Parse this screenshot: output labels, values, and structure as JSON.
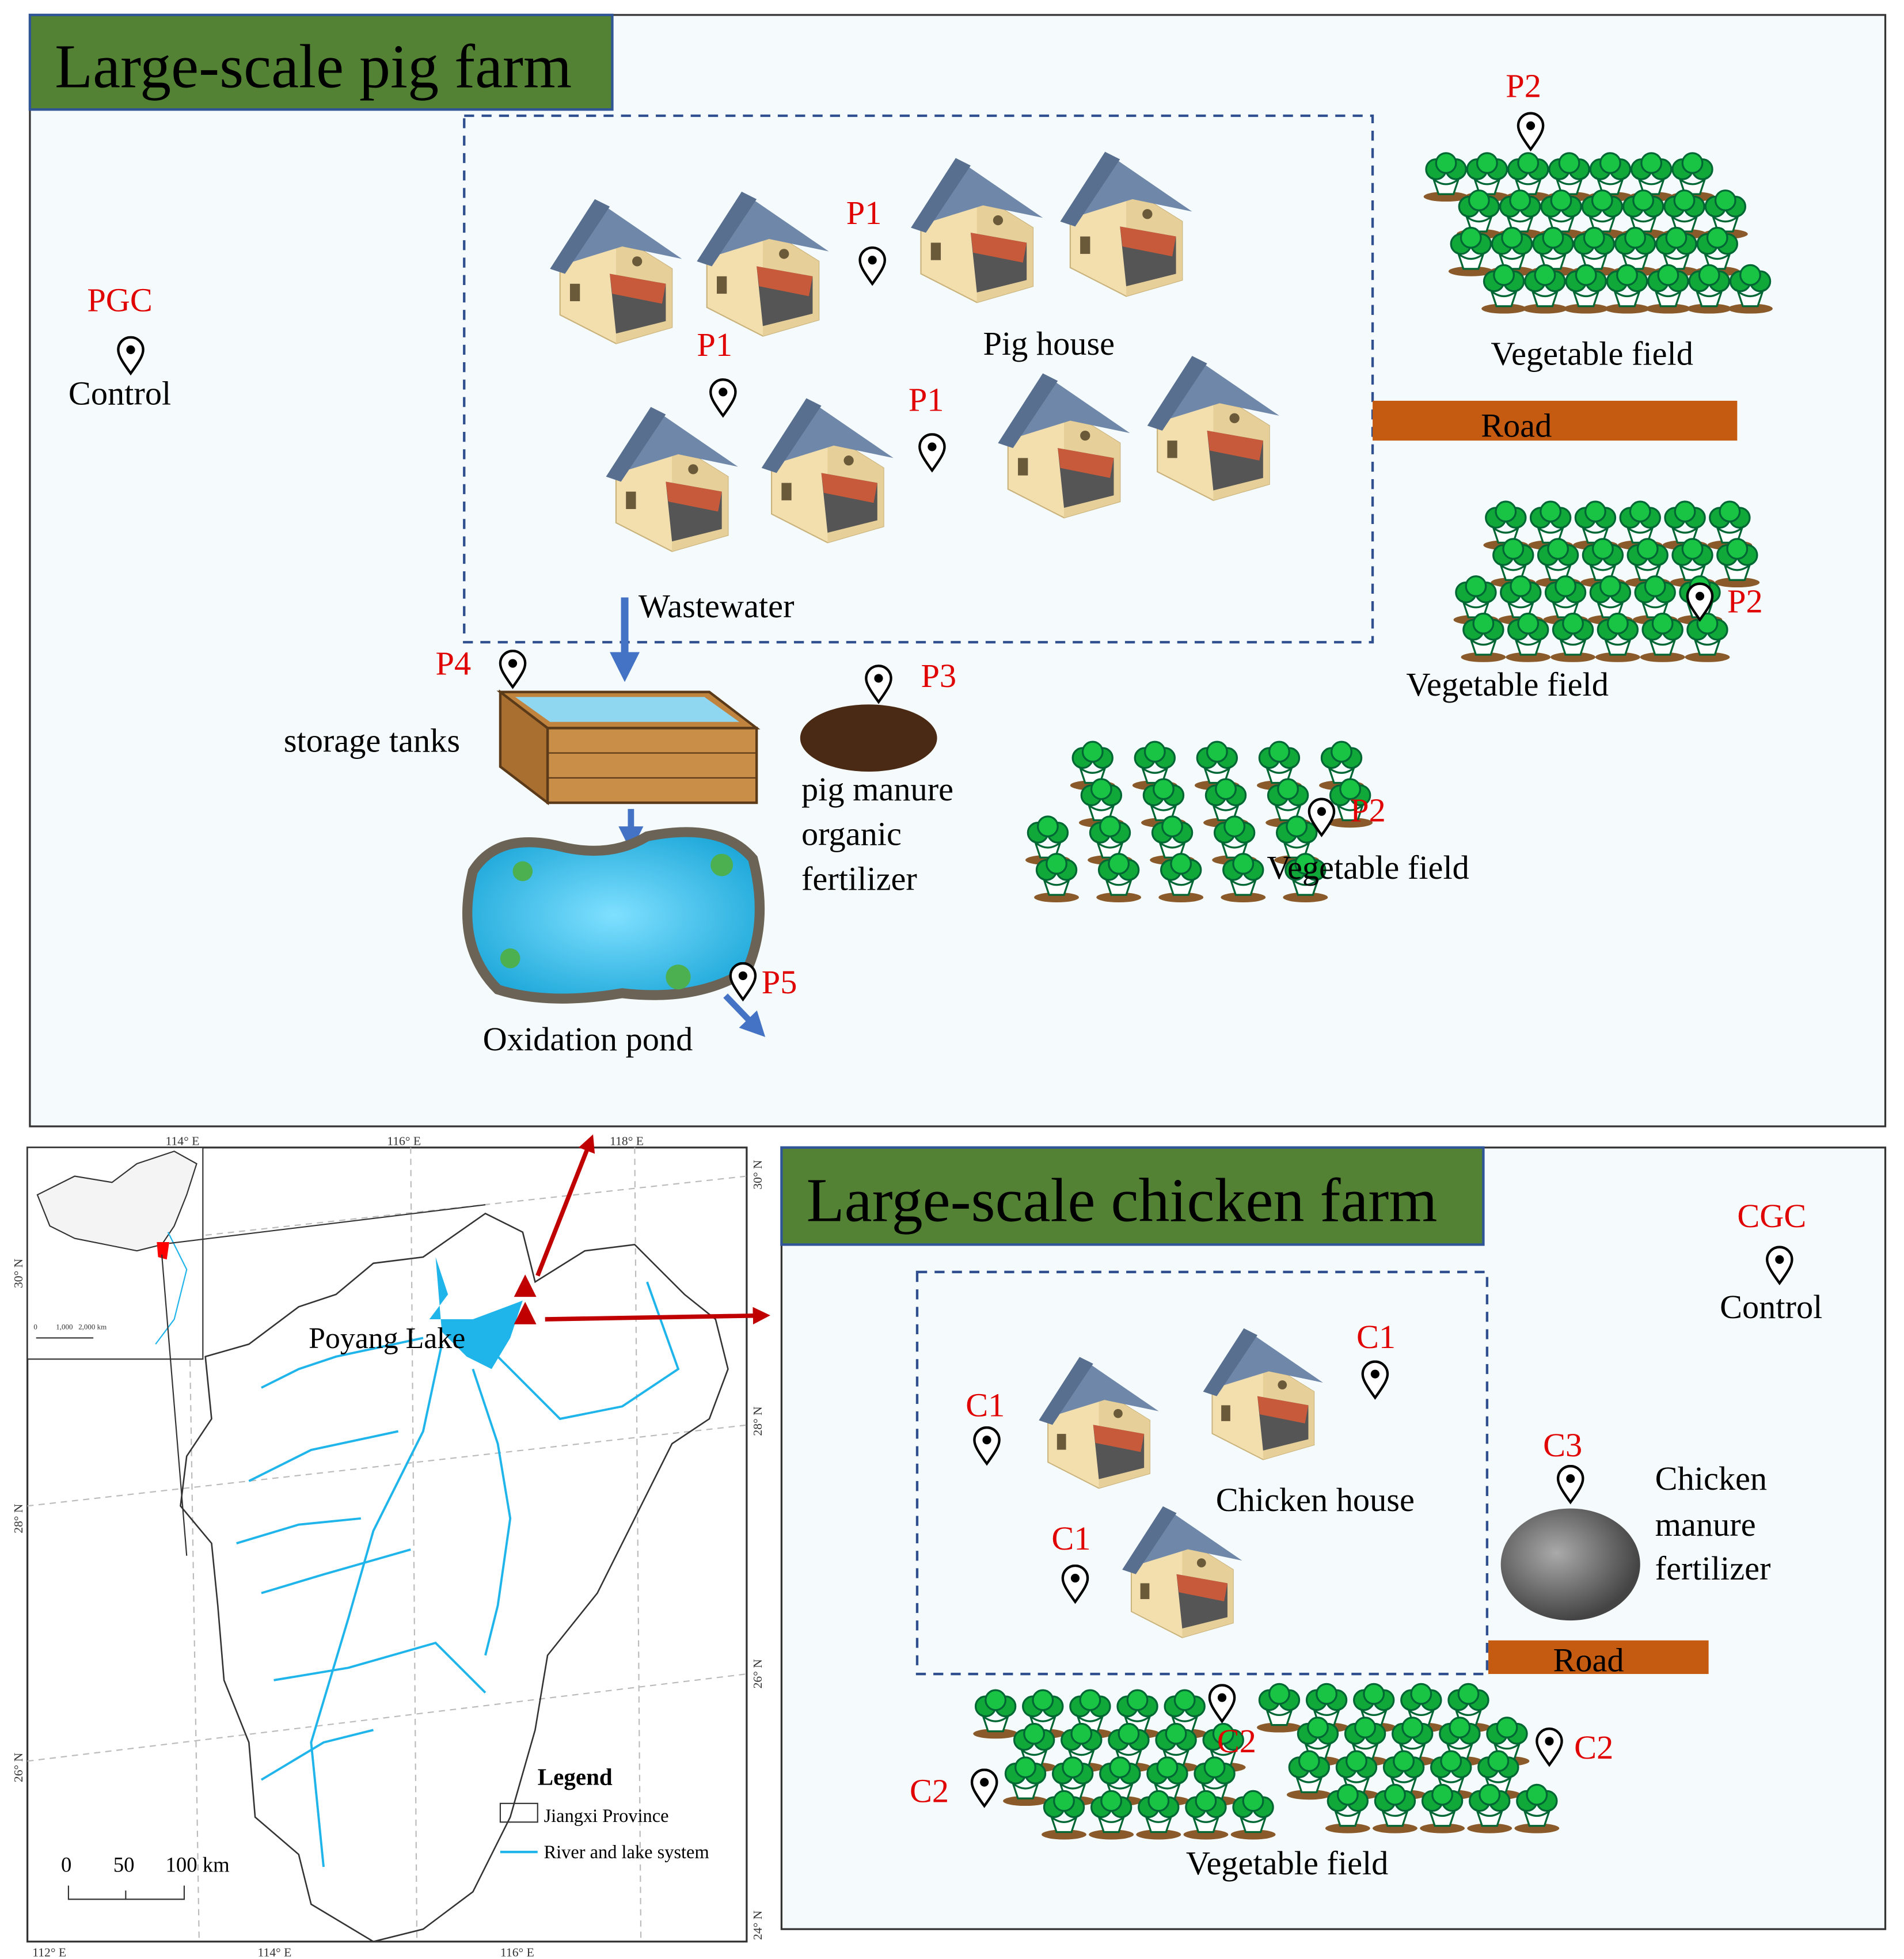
{
  "pig_farm": {
    "title": "Large-scale pig farm",
    "control_code": "PGC",
    "control_label": "Control",
    "pig_house_label": "Pig house",
    "sites": {
      "p1": "P1",
      "p2": "P2",
      "p3": "P3",
      "p4": "P4",
      "p5": "P5"
    },
    "vegetable_field_label": "Vegetable field",
    "road_label": "Road",
    "wastewater_label": "Wastewater",
    "storage_tanks_label": "storage tanks",
    "oxidation_pond_label": "Oxidation pond",
    "manure_label_lines": [
      "pig manure",
      "organic",
      "fertilizer"
    ]
  },
  "chicken_farm": {
    "title": "Large-scale chicken farm",
    "control_code": "CGC",
    "control_label": "Control",
    "chicken_house_label": "Chicken house",
    "sites": {
      "c1": "C1",
      "c2": "C2",
      "c3": "C3"
    },
    "manure_label_lines": [
      "Chicken",
      "manure",
      "fertilizer"
    ],
    "road_label": "Road",
    "vegetable_field_label": "Vegetable field"
  },
  "map": {
    "lake_label": "Poyang Lake",
    "top_ticks": [
      "114° E",
      "116° E",
      "118° E"
    ],
    "bottom_ticks": [
      "112° E",
      "114° E",
      "116° E"
    ],
    "right_ticks": [
      "30° N",
      "28° N",
      "26° N",
      "24° N"
    ],
    "left_ticks": [
      "30° N",
      "28° N",
      "26° N"
    ],
    "inset_scale": [
      "0",
      "1,000",
      "2,000 km"
    ],
    "scale_bar": [
      "0",
      "50",
      "100 km"
    ],
    "legend": {
      "title": "Legend",
      "items": [
        "Jiangxi Province",
        "River and lake system"
      ]
    },
    "colors": {
      "river": "#1fb4ea",
      "province_highlight": "#ff0000",
      "site_marker": "#c00000"
    }
  },
  "colors": {
    "title_bg": "#548235",
    "road": "#c55a11",
    "label_red": "#e00000",
    "dashed_border": "#2f4f8f",
    "flow_arrow": "#4472c4"
  }
}
